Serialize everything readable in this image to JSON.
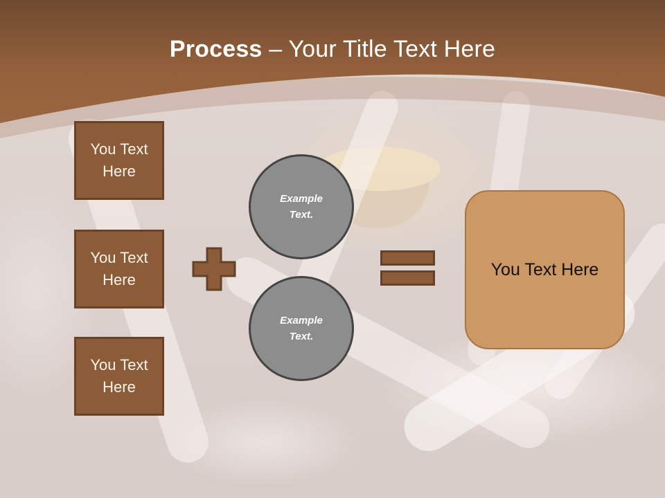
{
  "slide": {
    "title": {
      "bold_part": "Process",
      "separator": " – ",
      "regular_part": "Your Title Text Here"
    },
    "input_boxes": [
      {
        "label": "You Text Here"
      },
      {
        "label": "You Text Here"
      },
      {
        "label": "You Text Here"
      }
    ],
    "operators": {
      "plus": "plus-sign",
      "equals": "equals-sign"
    },
    "circles": [
      {
        "label": "Example Text."
      },
      {
        "label": "Example Text."
      }
    ],
    "result_box": {
      "label": "You Text Here"
    },
    "colors": {
      "header_brown": "#8a5a36",
      "header_brown_light": "#9c6a44",
      "box_fill": "#8c5c38",
      "box_border": "#6b4226",
      "box_text": "#fbf3ea",
      "circle_fill": "#8d8d8d",
      "circle_border": "#444444",
      "result_fill": "#cc9966",
      "result_border": "#a9743f",
      "result_text": "#111111",
      "title_text": "#ffffff"
    }
  }
}
